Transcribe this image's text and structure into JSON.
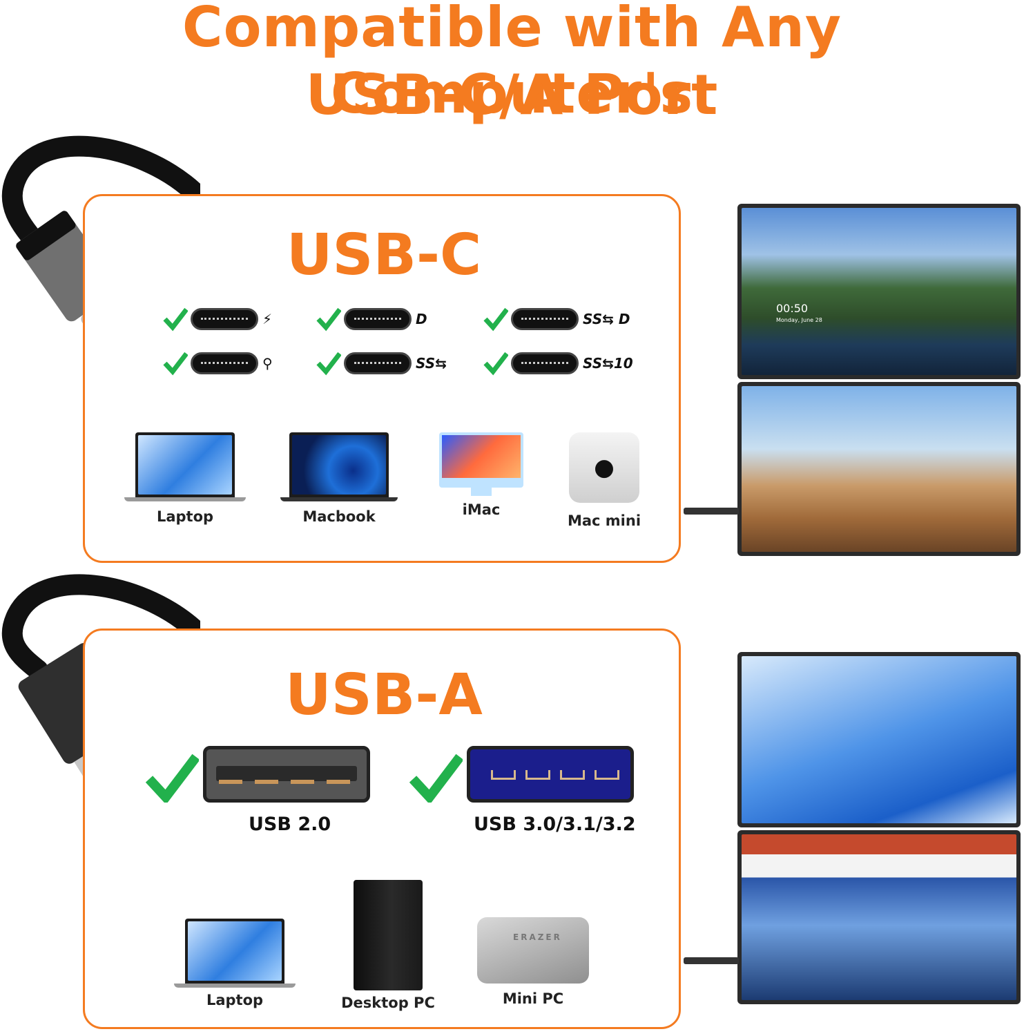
{
  "header": {
    "line1": "Compatible with Any Computer's",
    "line2": "USB-C/A Port"
  },
  "usb_c": {
    "title": "USB-C",
    "ports": [
      {
        "icon": "thunderbolt-icon",
        "glyph": "⚡"
      },
      {
        "icon": "displayport-icon",
        "glyph": "D"
      },
      {
        "icon": "ss-usb-displayport-icon",
        "glyph": "SS⇆ D"
      },
      {
        "icon": "usb-icon",
        "glyph": "⚲"
      },
      {
        "icon": "ss-usb-icon",
        "glyph": "SS⇆"
      },
      {
        "icon": "ss-usb-10-icon",
        "glyph": "SS⇆10"
      }
    ],
    "devices": [
      "Laptop",
      "Macbook",
      "iMac",
      "Mac mini"
    ]
  },
  "usb_a": {
    "title": "USB-A",
    "ports": [
      "USB 2.0",
      "USB 3.0/3.1/3.2"
    ],
    "devices": [
      "Laptop",
      "Desktop PC",
      "Mini PC"
    ],
    "mini_pc_brand": "ERAZER"
  },
  "monitor_top": {
    "clock": "00:50",
    "date": "Monday, June 28"
  },
  "colors": {
    "accent": "#f47b20",
    "check": "#22b14c"
  }
}
